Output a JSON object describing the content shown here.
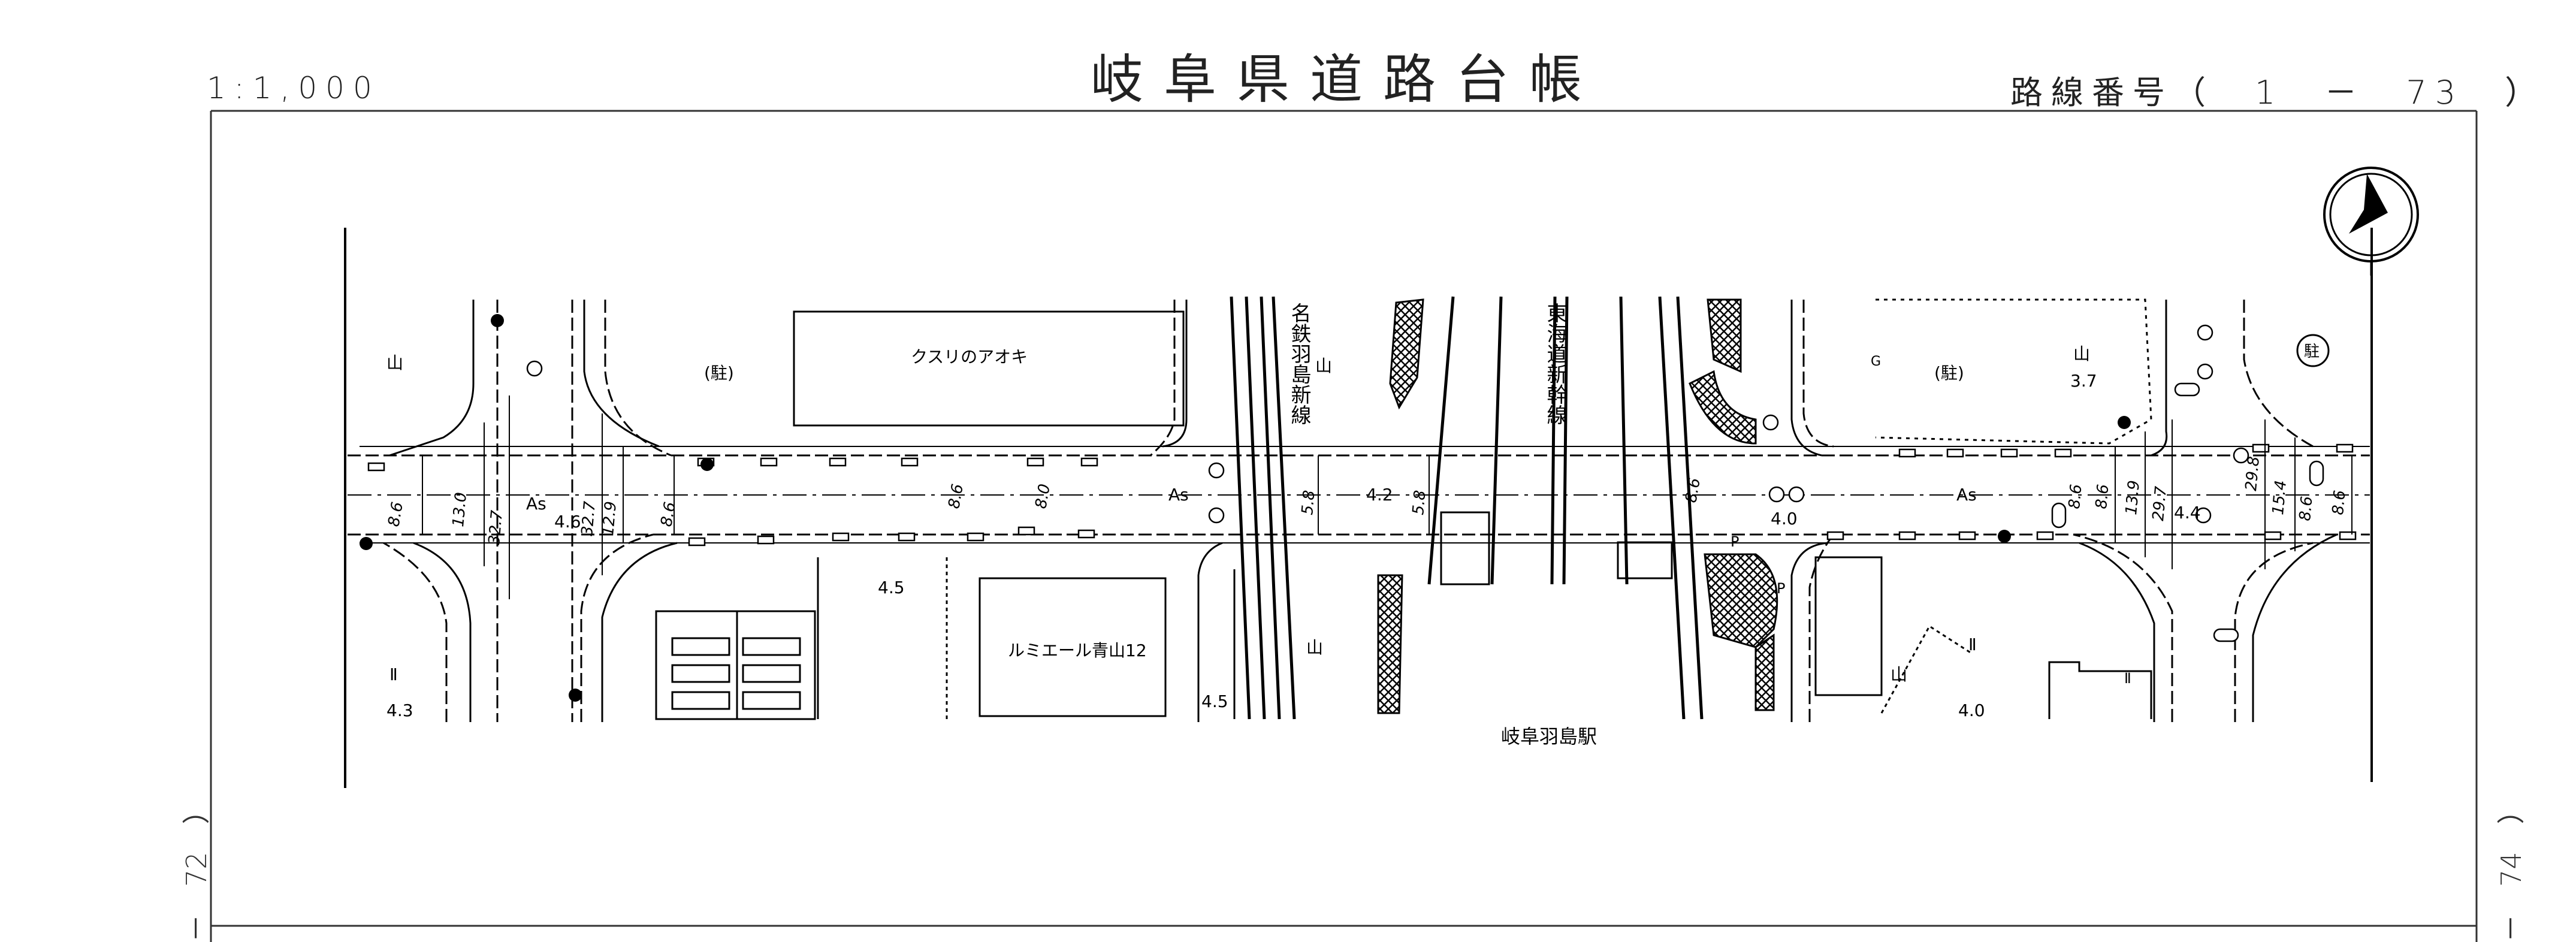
{
  "header": {
    "title": "岐阜県道路台帳",
    "scale": "1:1,000",
    "route_number": "路線番号（　1　－　73　）"
  },
  "margins": {
    "left_adjacent_sheet": "－　72　）",
    "right_adjacent_sheet": "－　74　）"
  },
  "map": {
    "north_arrow_icon": "north-arrow-icon",
    "buildings": {
      "kusuri_aoki": "クスリのアオキ",
      "lumiere": "ルミエール青山12",
      "station": "岐阜羽島駅"
    },
    "railways": {
      "meitetsu": "名鉄羽島新線",
      "tokaido": "東海道新幹線"
    },
    "labels": {
      "parking1": "(駐)",
      "parking2": "(駐)",
      "parking_circle": "駐",
      "pavement1": "As",
      "pavement2": "As",
      "pavement3": "As",
      "p1": "P",
      "p2": "P",
      "g": "G",
      "m1": "山",
      "m2": "山",
      "m3": "山",
      "m4": "山",
      "m5": "山",
      "t1": "Ⅱ",
      "t2": "Ⅱ",
      "t3": "Ⅱ"
    },
    "elevations": {
      "e1": "4.6",
      "e2": "4.2",
      "e3": "4.0",
      "e4": "4.4",
      "e5": "4.5",
      "e6": "4.5",
      "e7": "4.3",
      "e8": "4.0",
      "e9": "3.7"
    },
    "widths": {
      "w1": "8.6",
      "w2": "13.0",
      "w3": "32.7",
      "w4": "32.7",
      "w5": "12.9",
      "w6": "8.6",
      "w7": "8.6",
      "w8": "8.0",
      "w9": "5.8",
      "w10": "5.8",
      "w11": "8.6",
      "w12": "8.6",
      "w13": "8.6",
      "w14": "13.9",
      "w15": "29.7",
      "w16": "29.8",
      "w17": "15.4",
      "w18": "8.6",
      "w19": "8.6"
    }
  }
}
